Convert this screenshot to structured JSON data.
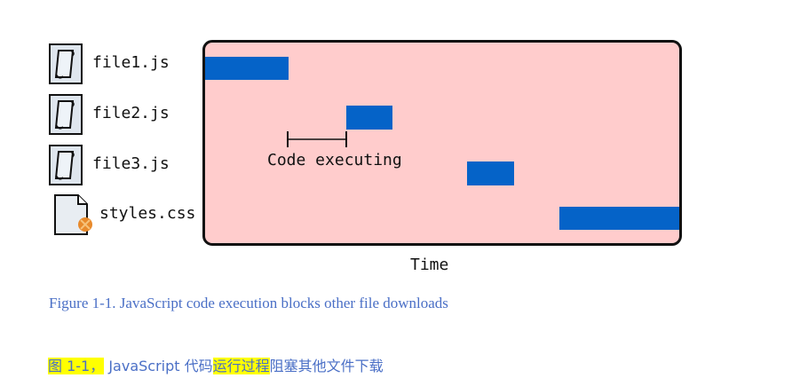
{
  "files": [
    {
      "name": "file1.js",
      "icon": "script-file-icon"
    },
    {
      "name": "file2.js",
      "icon": "script-file-icon"
    },
    {
      "name": "file3.js",
      "icon": "script-file-icon"
    },
    {
      "name": "styles.css",
      "icon": "stylesheet-file-icon"
    }
  ],
  "diagram": {
    "annotation": "Code executing",
    "axis_label": "Time",
    "bar_color": "#0563c8",
    "background_color": "#ffcccc"
  },
  "caption": {
    "english": "Figure 1-1. JavaScript code execution blocks other file downloads",
    "chinese_parts": [
      {
        "text": "图 1-1，",
        "highlight": true
      },
      {
        "text": " JavaScript 代码",
        "highlight": false
      },
      {
        "text": "运行过程",
        "highlight": true
      },
      {
        "text": "阻塞其他文件下载",
        "highlight": false
      }
    ]
  }
}
